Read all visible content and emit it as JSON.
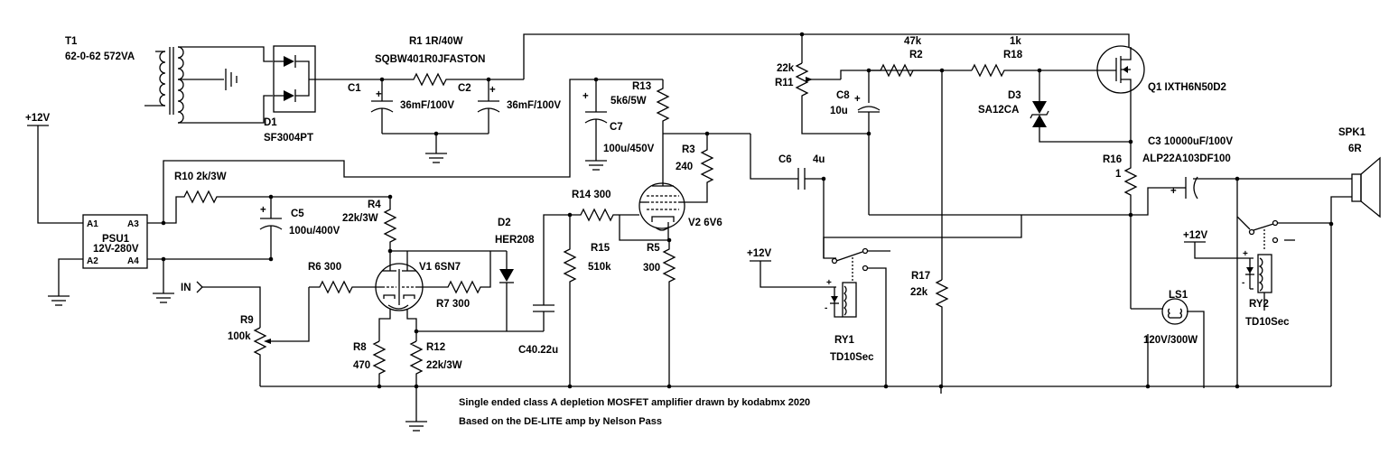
{
  "components": {
    "t1": {
      "ref": "T1",
      "value": "62-0-62 572VA"
    },
    "d1": {
      "ref": "D1",
      "value": "SF3004PT"
    },
    "r1": {
      "ref": "R1",
      "value": "1R/40W",
      "part": "SQBW401R0JFASTON"
    },
    "c1": {
      "ref": "C1",
      "value": "36mF/100V"
    },
    "c2": {
      "ref": "C2",
      "value": "36mF/100V"
    },
    "psu1": {
      "ref": "PSU1",
      "value": "12V-280V",
      "pins": [
        "A1",
        "A2",
        "A3",
        "A4"
      ]
    },
    "p12v_1": {
      "label": "+12V"
    },
    "p12v_2": {
      "label": "+12V"
    },
    "p12v_3": {
      "label": "+12V"
    },
    "r10": {
      "ref": "R10",
      "value": "2k/3W"
    },
    "c5": {
      "ref": "C5",
      "value": "100u/400V"
    },
    "r4": {
      "ref": "R4",
      "value": "22k/3W"
    },
    "in": {
      "label": "IN"
    },
    "r6": {
      "ref": "R6",
      "value": "300"
    },
    "v1": {
      "ref": "V1",
      "value": "6SN7"
    },
    "r7": {
      "ref": "R7",
      "value": "300"
    },
    "d2": {
      "ref": "D2",
      "value": "HER208"
    },
    "r9": {
      "ref": "R9",
      "value": "100k"
    },
    "r8": {
      "ref": "R8",
      "value": "470"
    },
    "r12": {
      "ref": "R12",
      "value": "22k/3W"
    },
    "c4": {
      "label": "C40.22u"
    },
    "c7": {
      "ref": "C7",
      "value": "100u/450V"
    },
    "r13": {
      "ref": "R13",
      "value": "5k6/5W"
    },
    "r3": {
      "ref": "R3",
      "value": "240"
    },
    "r14": {
      "ref": "R14",
      "value": "300"
    },
    "r15": {
      "ref": "R15",
      "value": "510k"
    },
    "r5": {
      "ref": "R5",
      "value": "300"
    },
    "v2": {
      "ref": "V2",
      "value": "6V6"
    },
    "c6": {
      "ref": "C6",
      "value": "4u"
    },
    "r11": {
      "ref": "R11",
      "value": "22k"
    },
    "c8": {
      "ref": "C8",
      "value": "10u"
    },
    "r2": {
      "ref": "R2",
      "value": "47k"
    },
    "r18": {
      "ref": "R18",
      "value": "1k"
    },
    "d3": {
      "ref": "D3",
      "value": "SA12CA"
    },
    "q1": {
      "ref": "Q1",
      "value": "IXTH6N50D2"
    },
    "r16": {
      "ref": "R16",
      "value": "1"
    },
    "c3": {
      "ref": "C3",
      "value": "10000uF/100V",
      "part": "ALP22A103DF100"
    },
    "spk1": {
      "ref": "SPK1",
      "value": "6R"
    },
    "r17": {
      "ref": "R17",
      "value": "22k"
    },
    "ry1": {
      "ref": "RY1",
      "value": "TD10Sec"
    },
    "ry2": {
      "ref": "RY2",
      "value": "TD10Sec"
    },
    "ls1": {
      "ref": "LS1",
      "value": "120V/300W"
    }
  },
  "notes": {
    "line1": "Single ended class A depletion MOSFET amplifier drawn by kodabmx 2020",
    "line2": "Based on the DE-LITE amp by Nelson Pass"
  }
}
